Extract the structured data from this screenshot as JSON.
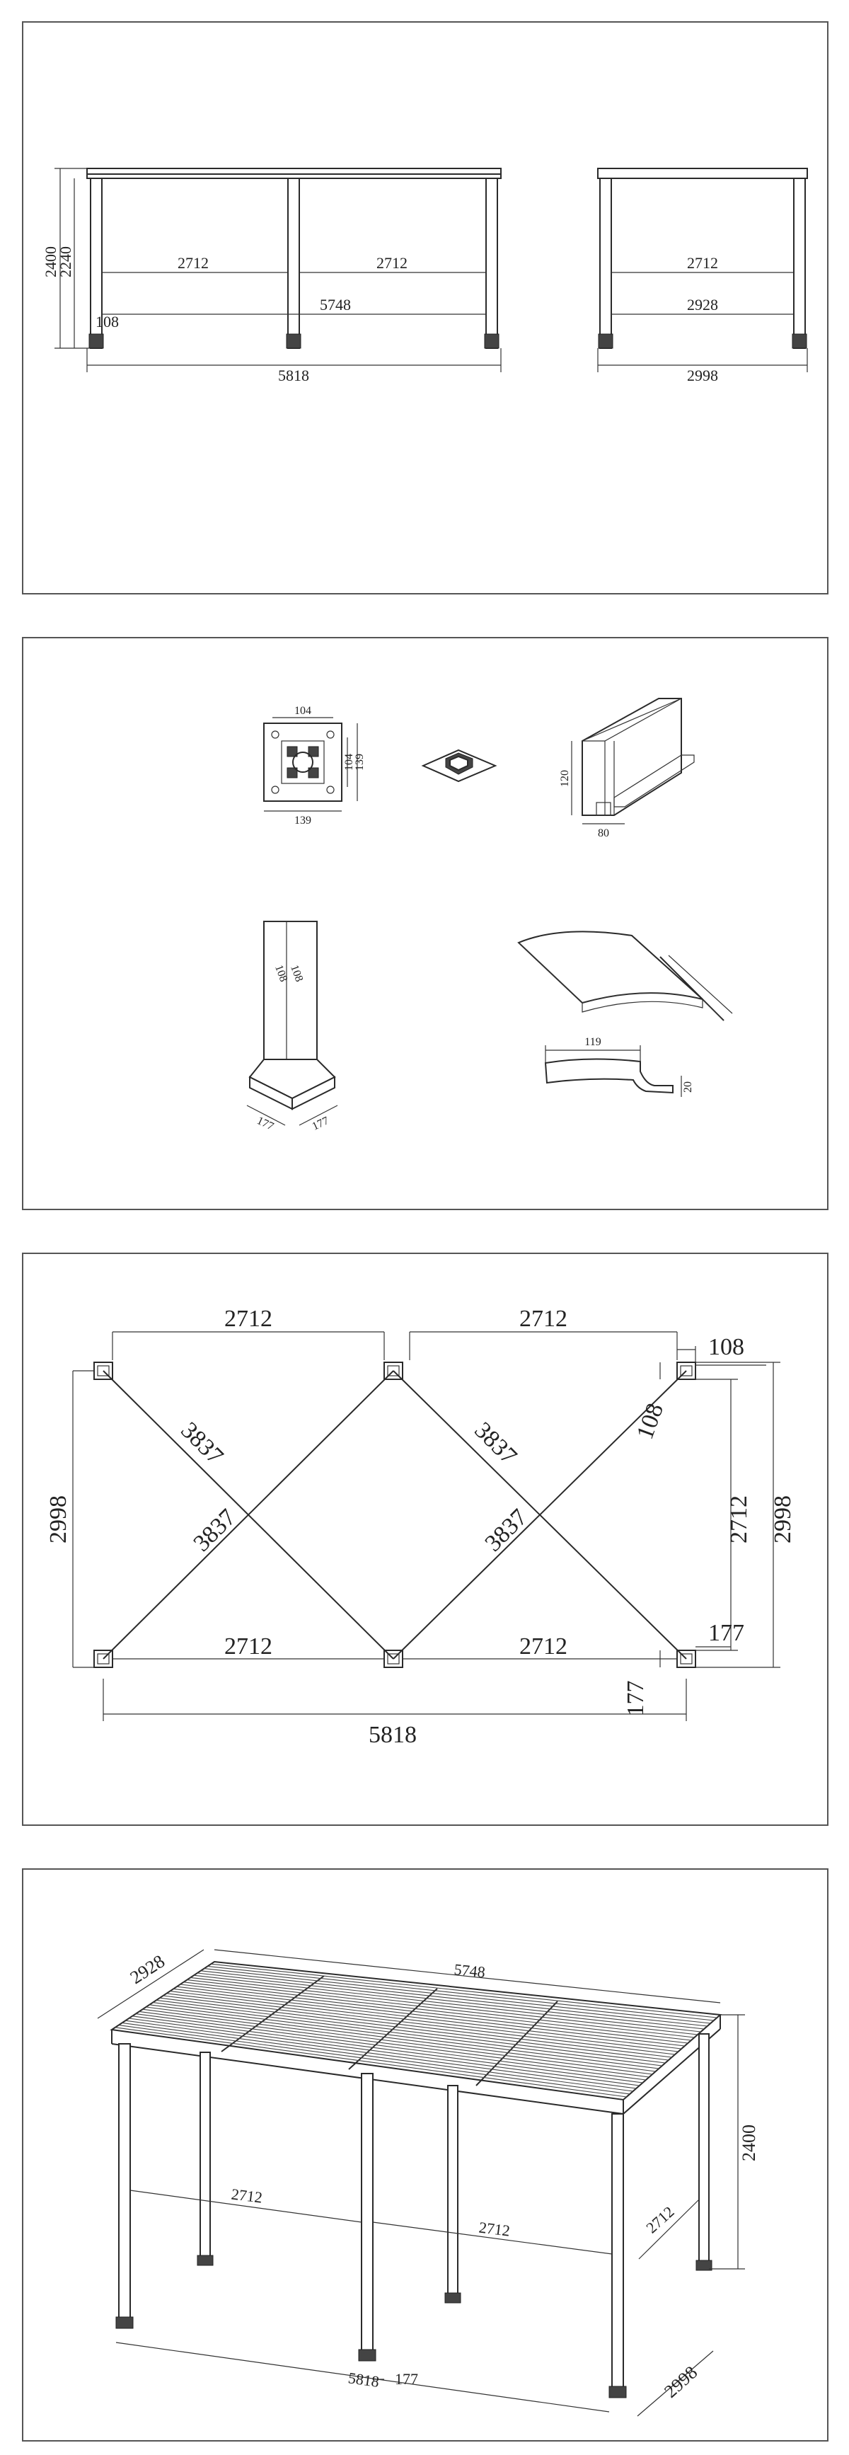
{
  "front_view": {
    "height_total": "2400",
    "height_beam": "2240",
    "span_left": "2712",
    "span_right": "2712",
    "inner_length": "5748",
    "post_size": "108",
    "outer_length": "5818"
  },
  "side_view": {
    "span": "2712",
    "inner_width": "2928",
    "outer_width": "2998"
  },
  "details": {
    "base_plate_inner": "104",
    "base_plate_side": "104",
    "base_plate_height": "139",
    "base_plate_width": "139",
    "beam_height": "120",
    "beam_width": "80",
    "post_width_a": "108",
    "post_width_b": "108",
    "foot_a": "177",
    "foot_b": "177",
    "louver_width": "119",
    "louver_height": "20"
  },
  "plan_view": {
    "top_left_span": "2712",
    "top_right_span": "2712",
    "post_top": "108",
    "post_side": "108",
    "diag_1": "3837",
    "diag_2": "3837",
    "diag_3": "3837",
    "diag_4": "3837",
    "width_left": "2998",
    "inner_width": "2712",
    "width_right": "2998",
    "bottom_left_span": "2712",
    "bottom_right_span": "2712",
    "foot_size_a": "177",
    "foot_size_b": "177",
    "overall_length": "5818"
  },
  "iso_view": {
    "top_width": "2928",
    "top_length": "5748",
    "span_left": "2712",
    "span_mid": "2712",
    "span_side": "2712",
    "height": "2400",
    "foot": "177",
    "overall_length": "5818",
    "overall_width": "2998"
  }
}
